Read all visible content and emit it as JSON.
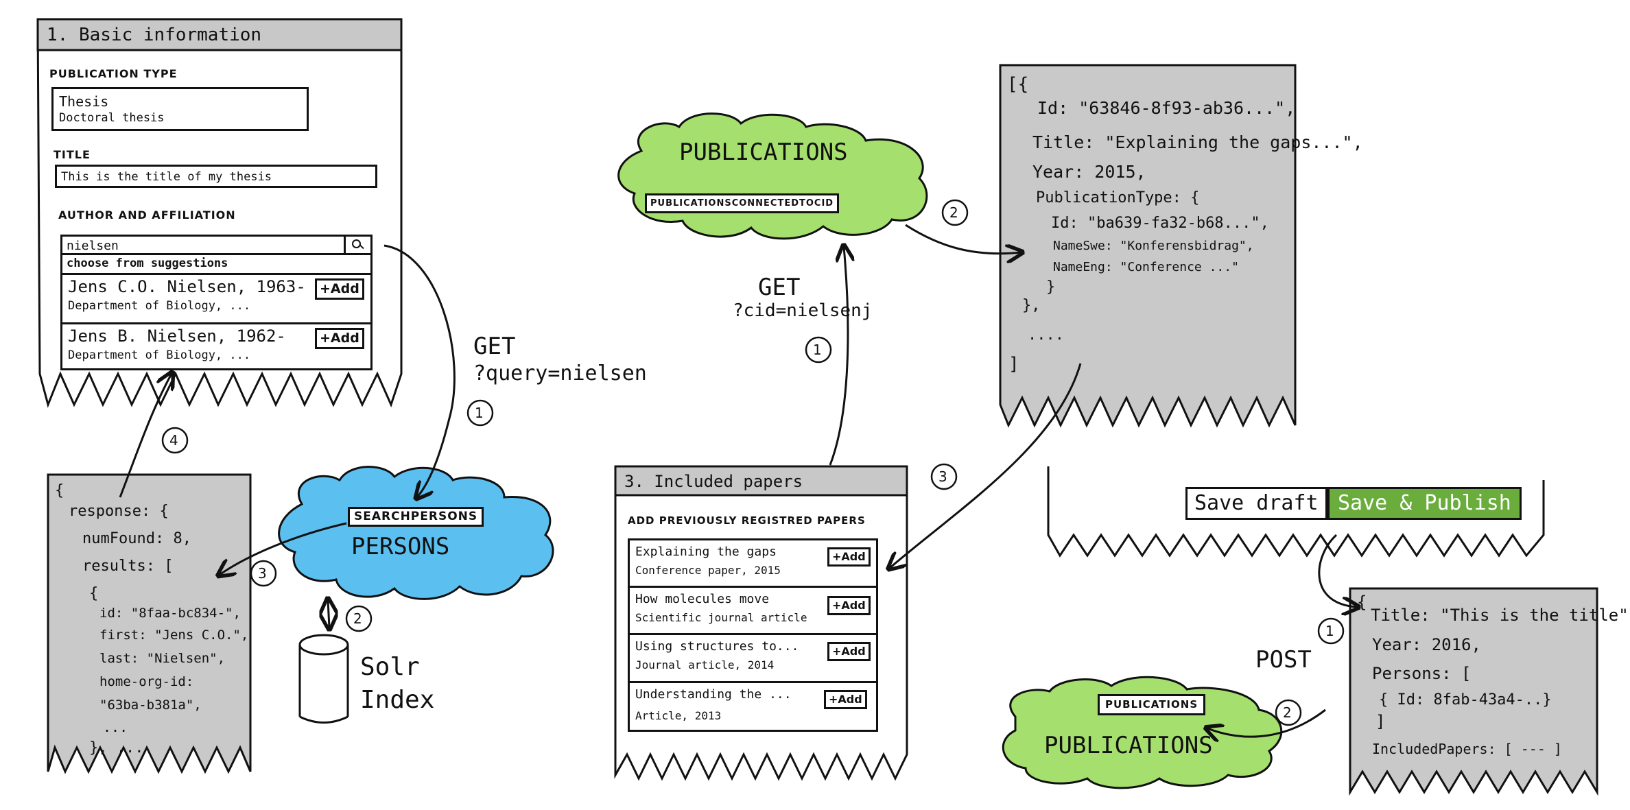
{
  "form_basic": {
    "header": "1. Basic information",
    "pub_type_label": "PUBLICATION TYPE",
    "pub_type_value_1": "Thesis",
    "pub_type_value_2": "Doctoral thesis",
    "title_label": "TITLE",
    "title_value": "This is the title of my thesis",
    "author_label": "AUTHOR AND AFFILIATION",
    "search_value": "nielsen",
    "suggestions_label": "choose from suggestions",
    "results": [
      {
        "name": "Jens C.O. Nielsen, 1963-",
        "dept": "Department of Biology, ...",
        "add": "+Add"
      },
      {
        "name": "Jens B. Nielsen, 1962-",
        "dept": "Department of Biology, ...",
        "add": "+Add"
      }
    ]
  },
  "request_search": {
    "method": "GET",
    "query": "?query=nielsen",
    "step": "1"
  },
  "persons_cloud": {
    "name": "PERSONS",
    "endpoint": "SEARCHPERSONS",
    "color": "#5bc0f0"
  },
  "solr": {
    "line1": "Solr",
    "line2": "Index",
    "step": "2"
  },
  "response_persons": {
    "lines": [
      "{",
      "response: {",
      "numFound: 8,",
      "results: [",
      "{",
      "id: \"8faa-bc834-\",",
      "first: \"Jens C.O.\",",
      "last: \"Nielsen\",",
      "home-org-id:",
      "\"63ba-b381a\",",
      "...",
      "}, ..."
    ],
    "step_back": "3",
    "step_up": "4"
  },
  "publications_cloud_top": {
    "name": "PUBLICATIONS",
    "endpoint": "PUBLICATIONSCONNECTEDTOCID",
    "color": "#a5e06e"
  },
  "request_cid": {
    "method": "GET",
    "query": "?cid=nielsenj",
    "step": "1"
  },
  "response_pubs": {
    "lines": [
      "[{",
      "Id: \"63846-8f93-ab36...\",",
      "Title: \"Explaining the gaps...\",",
      "Year: 2015,",
      "PublicationType: {",
      "Id: \"ba639-fa32-b68...\",",
      "NameSwe: \"Konferensbidrag\",",
      "NameEng: \"Conference ...\"",
      "}",
      "},",
      "....",
      "]"
    ],
    "step": "2"
  },
  "form_papers": {
    "header": "3. Included papers",
    "section_label": "ADD PREVIOUSLY REGISTRED PAPERS",
    "papers": [
      {
        "title": "Explaining the gaps",
        "sub": "Conference paper, 2015",
        "add": "+Add"
      },
      {
        "title": "How molecules move",
        "sub": "Scientific journal article",
        "add": "+Add"
      },
      {
        "title": "Using structures to...",
        "sub": "Journal article, 2014",
        "add": "+Add"
      },
      {
        "title": "Understanding the ...",
        "sub": "Article, 2013",
        "add": "+Add"
      }
    ],
    "step": "3"
  },
  "actions": {
    "save_draft": "Save draft",
    "save_publish": "Save & Publish",
    "accent": "#6aad3d"
  },
  "post_request": {
    "method": "POST",
    "step1": "1",
    "step2": "2"
  },
  "post_body": {
    "lines": [
      "{",
      "Title: \"This is the title\",",
      "Year: 2016,",
      "Persons: [",
      "{ Id: 8fab-43a4-..}",
      "]",
      "IncludedPapers: [ --- ]"
    ]
  },
  "publications_cloud_bottom": {
    "name": "PUBLICATIONS",
    "endpoint": "PUBLICATIONS",
    "color": "#a5e06e"
  }
}
